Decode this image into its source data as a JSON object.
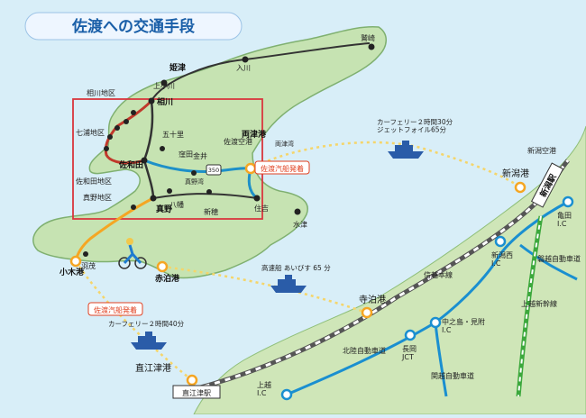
{
  "title": "佐渡への交通手段",
  "colors": {
    "sea": "#d8eef8",
    "land": "#c6e3b2",
    "mainland": "#cfe6b8",
    "island_road": "#1e90c8",
    "rail": "#555555",
    "expressway": "#1a8fd0",
    "shinkansen": "#3ca83c",
    "ferry_route": "#f5d56a",
    "port_marker": "#f5a623",
    "highlight_box": "#d9363e"
  },
  "places": {
    "washizaki": "鷲崎",
    "iriga": "入川",
    "himezu": "姫津",
    "kamikowa": "上小川",
    "aikawa": "相川",
    "aikawa_area": "相川地区",
    "shichiura_area": "七浦地区",
    "sawata_area": "佐和田地区",
    "mano_area": "真野地区",
    "sawata": "佐和田",
    "mano": "真野",
    "izumi": "五十里",
    "kubota": "窪田",
    "kanai": "金井",
    "sado_airport": "佐渡空港",
    "ryotsu_port": "両津港",
    "ryotsu_bay": "両津湾",
    "mano_bay": "真野湾",
    "hakkan": "八幡",
    "shinpo": "新穂",
    "sumiyoshi": "住吉",
    "mizutsu": "水津",
    "ogi_port": "小木港",
    "hamuchi": "羽茂",
    "akadomari_port": "赤泊港",
    "teradomari_port": "寺泊港",
    "naoetsu_port": "直江津港",
    "naoetsu_station": "直江津駅",
    "niigata_port": "新潟港",
    "niigata_airport": "新潟空港",
    "niigata_station": "新潟駅",
    "niigata_west_ic": "新潟西\nI.C",
    "kameda_ic": "亀田\nI.C",
    "nakanoshima_ic": "中之島・見附\nI.C",
    "nagaoka_jct": "長岡\nJCT",
    "joetsu_ic": "上越\nI.C",
    "shinetsu_line": "信越本線",
    "hokuriku_exp": "北陸自動車道",
    "kanetsu_exp": "関越自動車道",
    "banetsu_exp": "磐越自動車道",
    "joetsu_shinkansen": "上越新幹線",
    "route_350": "350"
  },
  "ferry": {
    "niigata_ryotsu": "カーフェリー２時間30分\nジェットフォイル65分",
    "teradomari_akadomari": "高速船 あいびす 65 分",
    "naoetsu_ogi": "カーフェリー２時間40分",
    "ryotsu_departure": "佐渡汽船発着",
    "ogi_departure": "佐渡汽船発着"
  }
}
